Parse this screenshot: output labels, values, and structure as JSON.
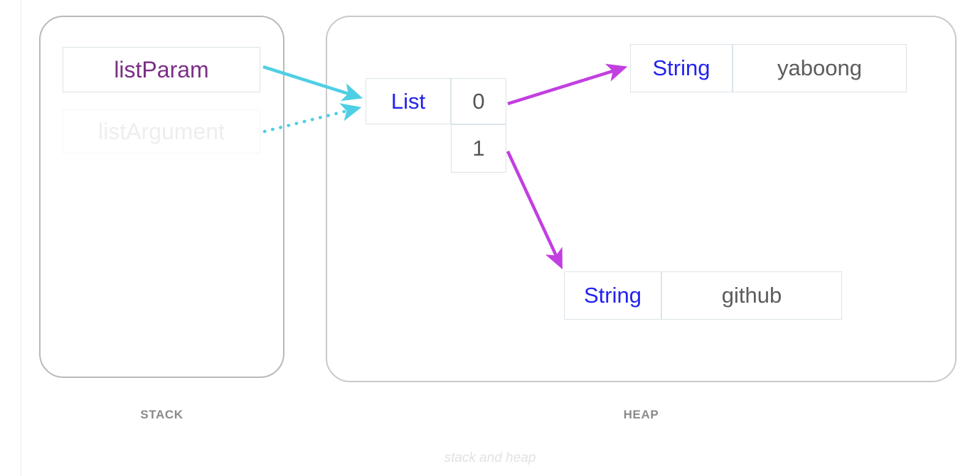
{
  "caption": "stack and heap",
  "colors": {
    "stack_arrow": "#4ecfe4",
    "heap_arrow": "#c23fe0",
    "type_text": "#2222ee",
    "value_text": "#5c5c5c",
    "param_text": "#7b2f86",
    "faded_text": "#eeeeee",
    "box_border": "#dbe4e8",
    "region_border": "#b9b9b9",
    "region_label": "#8a8a8a",
    "caption_text": "#e2e2e2"
  },
  "stack": {
    "label": "STACK",
    "variables": [
      {
        "name": "listParam",
        "state": "active"
      },
      {
        "name": "listArgument",
        "state": "faded"
      }
    ]
  },
  "heap": {
    "label": "HEAP",
    "list_object": {
      "type": "List",
      "indices": [
        "0",
        "1"
      ]
    },
    "string_objects": [
      {
        "type": "String",
        "value": "yaboong"
      },
      {
        "type": "String",
        "value": "github"
      }
    ]
  },
  "arrows": [
    {
      "from": "listParam",
      "to": "List",
      "style": "solid",
      "color": "#4ecfe4"
    },
    {
      "from": "listArgument",
      "to": "List",
      "style": "dotted",
      "color": "#4ecfe4"
    },
    {
      "from": "list-index-0",
      "to": "String yaboong",
      "style": "solid",
      "color": "#c23fe0"
    },
    {
      "from": "list-index-1",
      "to": "String github",
      "style": "solid",
      "color": "#c23fe0"
    }
  ]
}
